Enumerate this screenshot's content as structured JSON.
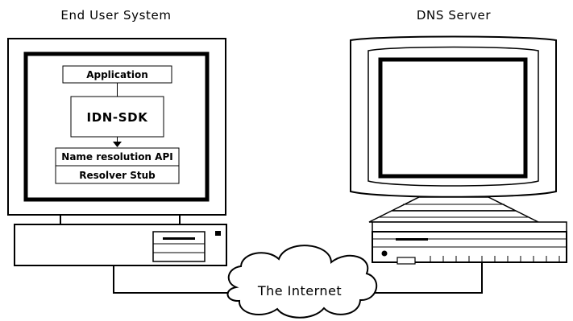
{
  "titles": {
    "left": "End User System",
    "right": "DNS Server"
  },
  "stack": {
    "application": "Application",
    "idn_sdk": "IDN-SDK",
    "name_resolution_api": "Name resolution API",
    "resolver_stub": "Resolver Stub"
  },
  "network": {
    "label": "The Internet"
  }
}
